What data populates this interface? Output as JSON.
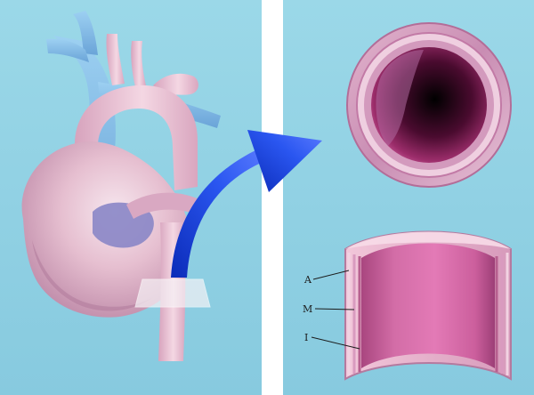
{
  "figure": {
    "colors": {
      "background_panel": "#9ad6e6",
      "divider": "#ffffff",
      "arrow": "#1f3fd9",
      "vessel_outer": "#c98db3",
      "vessel_inner": "#b3467c",
      "lumen": "#1a0012",
      "heart_pink": "#e8bccb",
      "vein_blue": "#7fb6e3"
    },
    "left_panel": {
      "illustration": "heart-with-aorta",
      "magnifier": "cut-plane"
    },
    "connector": {
      "shape": "curved-arrow",
      "direction": "to-right-panel"
    },
    "right_panel": {
      "cross_section": "vessel-ring",
      "longitudinal_section": "vessel-wall-layers",
      "labels": {
        "a": "A",
        "m": "M",
        "i": "I"
      }
    }
  }
}
